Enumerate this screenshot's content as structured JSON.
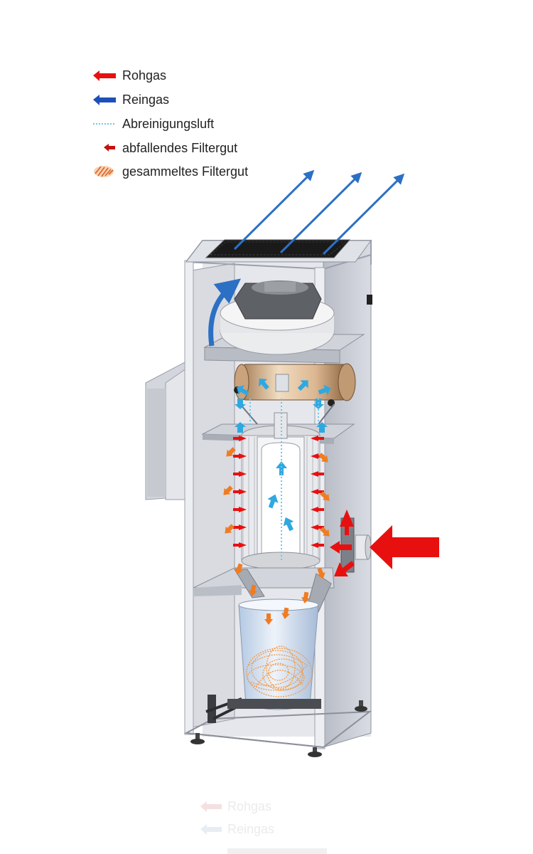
{
  "legend": [
    {
      "id": "rohgas",
      "label": "Rohgas",
      "icon": "red-arrow-icon",
      "color": "#e8100f"
    },
    {
      "id": "reingas",
      "label": "Reingas",
      "icon": "blue-arrow-icon",
      "color": "#1d4fb8"
    },
    {
      "id": "abreinigungsluft",
      "label": "Abreinigungsluft",
      "icon": "dotted-light-blue-line-icon",
      "color": "#6cc6ee"
    },
    {
      "id": "abfallendes",
      "label": "abfallendes Filtergut",
      "icon": "small-dark-red-arrow-icon",
      "color": "#c3120f"
    },
    {
      "id": "gesammeltes",
      "label": "gesammeltes Filtergut",
      "icon": "orange-hatched-blob-icon",
      "color": "#e87a30"
    }
  ],
  "ghost_legend": [
    {
      "label": "Rohgas"
    },
    {
      "label": "Reingas"
    }
  ],
  "colors": {
    "rohgas": "#e8100f",
    "reingas_outlet": "#2c70c4",
    "cleaning_air": "#2fa8e0",
    "falling_dust": "#f07c22",
    "collected_dust": "#f29a45",
    "housing": "#d4d7df",
    "housing_dark": "#a9adb7",
    "frame": "#efefef"
  }
}
